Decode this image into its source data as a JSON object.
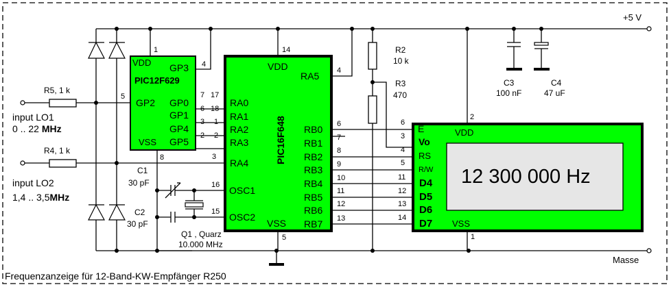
{
  "title": "Frequenzanzeige für 12-Band-KW-Empfänger R250",
  "supply": {
    "vcc_label": "+5 V",
    "gnd_label": "Masse"
  },
  "inputs": [
    {
      "resistor": "R5, 1 k",
      "name": "input LO1",
      "range": "0 .. 22 ",
      "unit": "MHz"
    },
    {
      "resistor": "R4, 1 k",
      "name": "input LO2",
      "range": "1,4 .. 3,5",
      "unit": "MHz"
    }
  ],
  "pic12": {
    "name": "PIC12F629",
    "pins": {
      "vdd": "VDD",
      "vss": "VSS",
      "gp3": "GP3",
      "gp2": "GP2",
      "gp0": "GP0",
      "gp1": "GP1",
      "gp4": "GP4",
      "gp5": "GP5"
    },
    "pin_numbers": {
      "vdd": "1",
      "gp3": "4",
      "gp2": "5",
      "vss": "8",
      "gp0": "7",
      "gp1": "6",
      "gp4": "3",
      "gp5": "2"
    }
  },
  "pic16": {
    "name": "PIC16F648",
    "pins": {
      "vdd": "VDD",
      "vss": "VSS",
      "ra5": "RA5",
      "ra0": "RA0",
      "ra1": "RA1",
      "ra2": "RA2",
      "ra3": "RA3",
      "ra4": "RA4",
      "osc1": "OSC1",
      "osc2": "OSC2",
      "rb0": "RB0",
      "rb1": "RB1",
      "rb2": "RB2",
      "rb3": "RB3",
      "rb4": "RB4",
      "rb5": "RB5",
      "rb6": "RB6",
      "rb7": "RB7"
    },
    "pin_numbers": {
      "vdd": "14",
      "ra5": "4",
      "vss": "5",
      "ra0": "17",
      "ra1": "18",
      "ra2": "1",
      "ra3": "2",
      "ra4": "3",
      "osc1": "16",
      "osc2": "15",
      "rb0": "6",
      "rb1": "7",
      "rb2": "8",
      "rb3": "9",
      "rb4": "10",
      "rb5": "11",
      "rb6": "12",
      "rb7": "13"
    }
  },
  "lcd": {
    "display_text": "12 300 000 Hz",
    "pins": {
      "e": "E",
      "vo": "Vo",
      "rs": "RS",
      "rw": "R/W",
      "d4": "D4",
      "d5": "D5",
      "d6": "D6",
      "d7": "D7",
      "vdd": "VDD",
      "vss": "VSS"
    },
    "pin_numbers": {
      "e": "6",
      "vo": "3",
      "rs": "4",
      "rw": "5",
      "d4": "11",
      "d5": "12",
      "d6": "13",
      "d7": "14",
      "vdd": "2",
      "vss": "1"
    }
  },
  "components": {
    "r2": {
      "name": "R2",
      "value": "10 k"
    },
    "r3": {
      "name": "R3",
      "value": "470"
    },
    "c1": {
      "name": "C1",
      "value": "30 pF"
    },
    "c2": {
      "name": "C2",
      "value": "30 pF"
    },
    "c3": {
      "name": "C3",
      "value": "100 nF"
    },
    "c4": {
      "name": "C4",
      "value": "47 uF"
    },
    "q1": {
      "name": "Q1 , Quarz",
      "value": "10.000 MHz"
    }
  },
  "colors": {
    "chip_fill": "#00ff00",
    "lcd_window": "#e6e6e6"
  }
}
